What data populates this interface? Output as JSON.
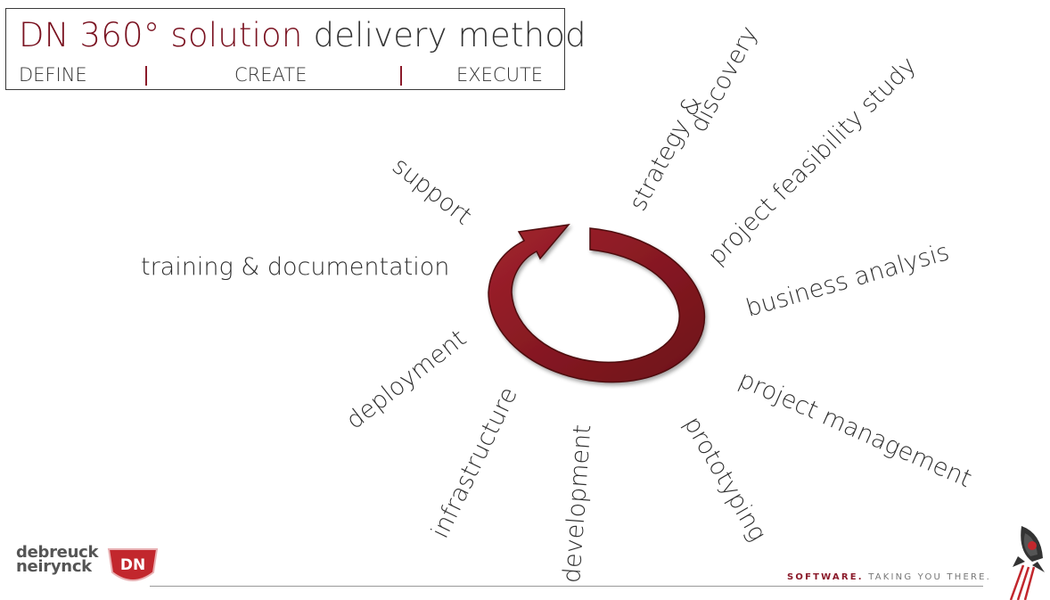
{
  "header": {
    "title_prefix": "DN 360°",
    "title_accent": "solution",
    "title_suffix": "delivery method",
    "phases": [
      "DEFINE",
      "CREATE",
      "EXECUTE"
    ]
  },
  "cycle": {
    "labels": [
      "strategy &",
      "discovery",
      "project feasibility study",
      "business analysis",
      "project management",
      "prototyping",
      "development",
      "infrastructure",
      "deployment",
      "training & documentation",
      "support"
    ]
  },
  "footer": {
    "logo_line1": "debreuck",
    "logo_line2": "neirynck",
    "logo_badge": "DN",
    "tagline_strong": "SOFTWARE.",
    "tagline_rest": " TAKING YOU THERE."
  },
  "colors": {
    "accent": "#7a1220",
    "ring": "#8a1a22",
    "text": "#2f2f2f"
  },
  "icons": [
    "cycle-arrow-icon",
    "dn-logo-icon",
    "rocket-icon"
  ]
}
